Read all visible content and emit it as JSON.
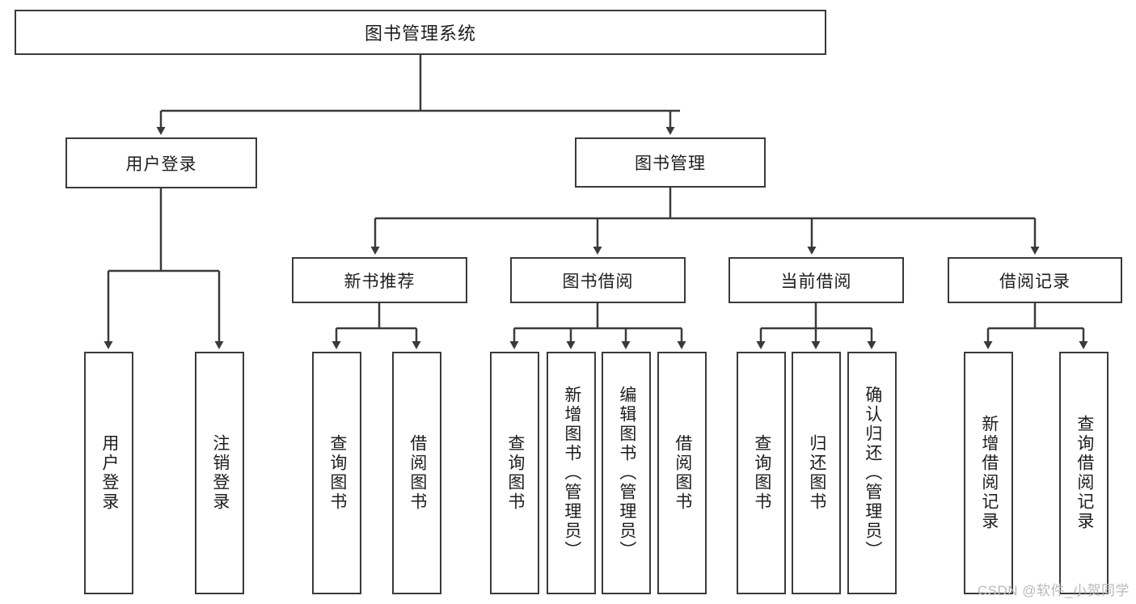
{
  "diagram": {
    "title": "图书管理系统",
    "root": {
      "label": "图书管理系统"
    },
    "level1": [
      {
        "label": "用户登录"
      },
      {
        "label": "图书管理"
      }
    ],
    "level2": [
      {
        "label": "新书推荐"
      },
      {
        "label": "图书借阅"
      },
      {
        "label": "当前借阅"
      },
      {
        "label": "借阅记录"
      }
    ],
    "leaves": {
      "user_login": [
        {
          "label": "用户登录"
        },
        {
          "label": "注销登录"
        }
      ],
      "new_book_recommend": [
        {
          "label": "查询图书"
        },
        {
          "label": "借阅图书"
        }
      ],
      "book_borrow": [
        {
          "label": "查询图书"
        },
        {
          "label": "新增图书（管理员）"
        },
        {
          "label": "编辑图书（管理员）"
        },
        {
          "label": "借阅图书"
        }
      ],
      "current_borrow": [
        {
          "label": "查询图书"
        },
        {
          "label": "归还图书"
        },
        {
          "label": "确认归还（管理员）"
        }
      ],
      "borrow_record": [
        {
          "label": "新增借阅记录"
        },
        {
          "label": "查询借阅记录"
        }
      ]
    }
  },
  "watermark": {
    "text": "CSDN @软件_小贺同学"
  },
  "colors": {
    "border": "#3a3a3a",
    "background": "#ffffff",
    "text": "#1d1d1d",
    "watermark": "#b9b9b9"
  }
}
